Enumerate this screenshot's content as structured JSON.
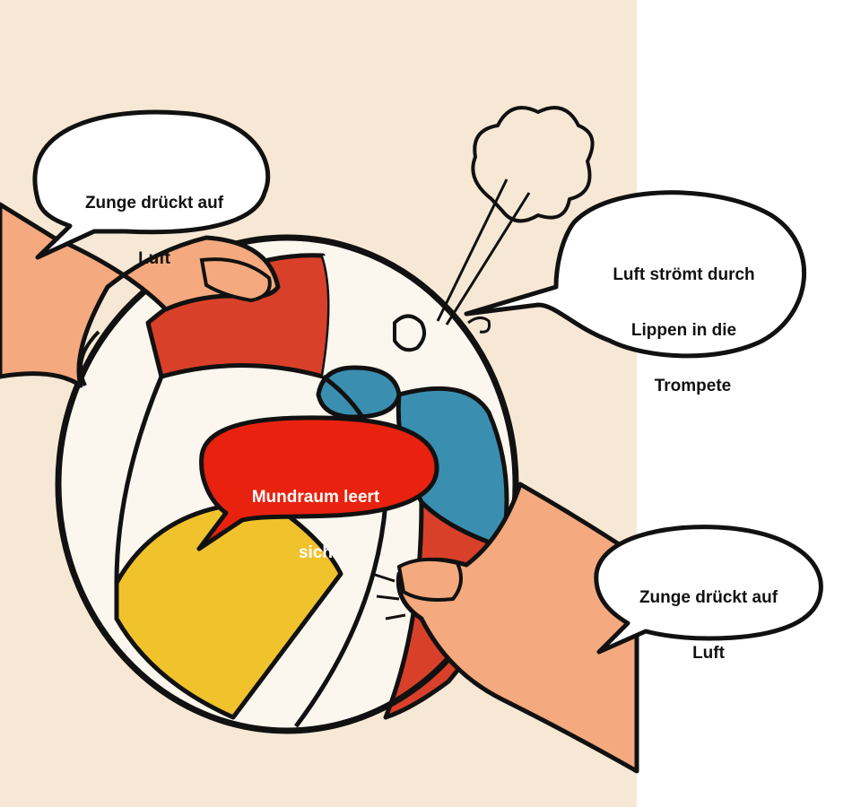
{
  "bubbles": {
    "top_left": {
      "line1": "Zunge drückt auf",
      "line2": "Luft"
    },
    "top_right": {
      "line1": "Luft strömt durch",
      "line2": "Lippen in die",
      "line3": "Trompete"
    },
    "center": {
      "line1": "Mundraum leert",
      "line2": "sich"
    },
    "bottom_right": {
      "line1": "Zunge drückt auf",
      "line2": "Luft"
    }
  },
  "colors": {
    "background": "#f7e8d6",
    "skin": "#f4a97e",
    "ball_red": "#d9402a",
    "ball_yellow": "#f0c22c",
    "ball_blue": "#3a8fb0",
    "center_bubble": "#e8220e",
    "outline": "#111111"
  },
  "icons": [
    "hand-left-icon",
    "hand-right-icon",
    "beach-ball-icon",
    "air-puff-cloud-icon"
  ]
}
